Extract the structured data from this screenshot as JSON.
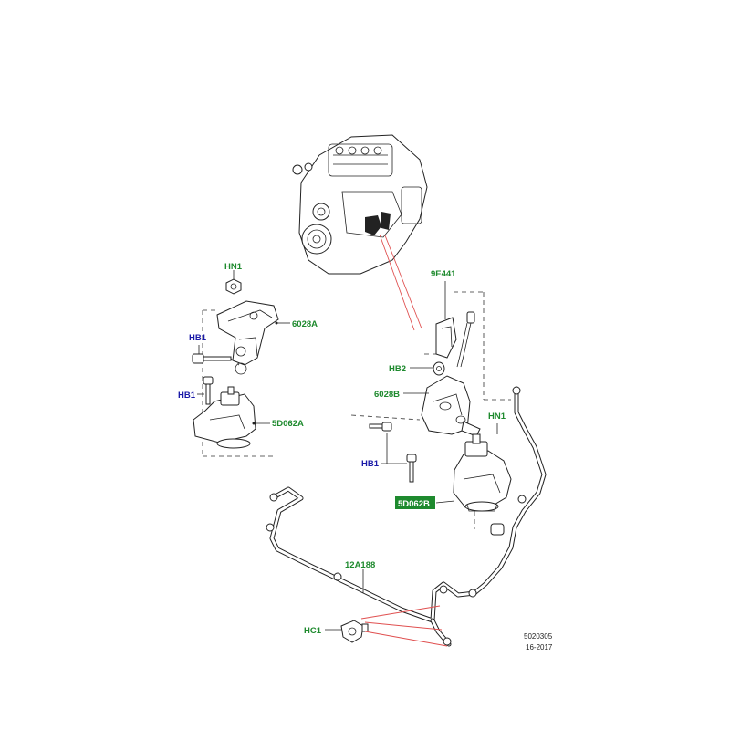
{
  "labels": {
    "hn1_left": "HN1",
    "part_6028a": "6028A",
    "hb1_upper": "HB1",
    "hb1_left": "HB1",
    "part_5d062a": "5D062A",
    "part_9e441": "9E441",
    "hb2": "HB2",
    "part_6028b": "6028B",
    "hn1_right": "HN1",
    "hb1_right": "HB1",
    "part_5d062b": "5D062B",
    "part_12a188": "12A188",
    "hc1": "HC1"
  },
  "footer": {
    "ref_number": "5020305",
    "date": "16-2017"
  },
  "colors": {
    "part_label": "#1e8a2e",
    "fastener_label": "#1a1aa8",
    "highlight_box": "#1e8a2e",
    "callout_line": "#e05050"
  }
}
